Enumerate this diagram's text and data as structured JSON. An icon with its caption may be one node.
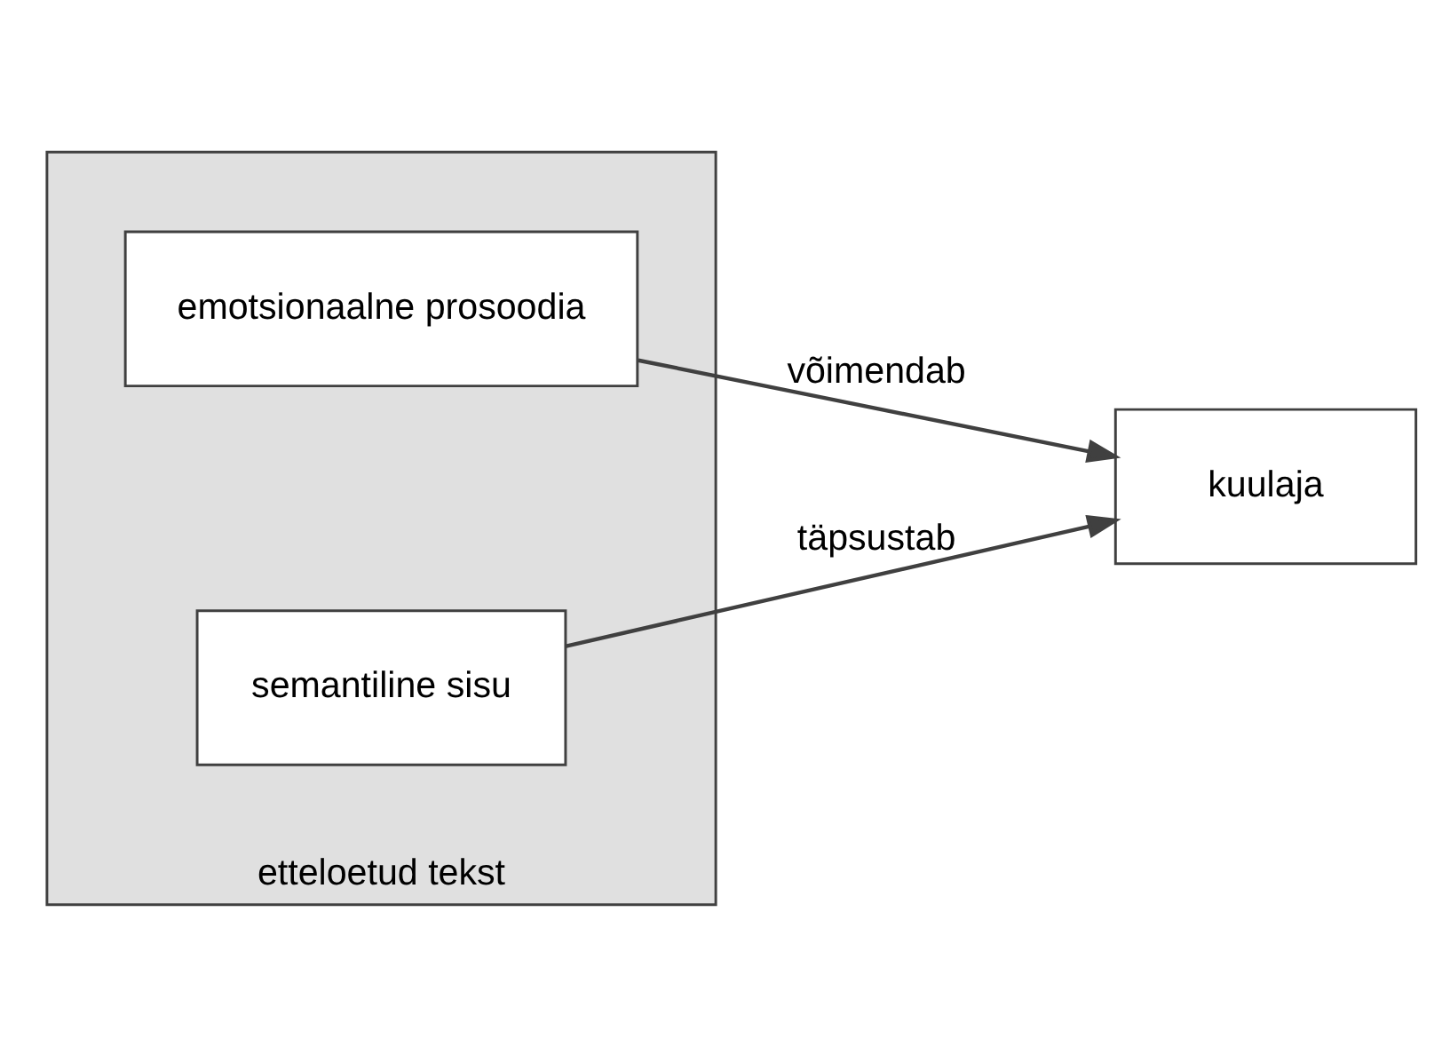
{
  "diagram": {
    "nodes": [
      {
        "text": [
          "etteloetud tekst"
        ]
      },
      {
        "text": [
          "emotsionaalne prosoodia"
        ],
        "in": 0
      },
      {
        "text": [
          "semantiline sisu"
        ],
        "in": 0
      },
      {
        "text": [
          "kuulaja"
        ]
      }
    ],
    "edges": [
      {
        "from": 1,
        "to": 3,
        "arrow": "to",
        "label": "võimendab"
      },
      {
        "from": 2,
        "to": 3,
        "arrow": "to",
        "label": "täpsustab"
      }
    ]
  }
}
